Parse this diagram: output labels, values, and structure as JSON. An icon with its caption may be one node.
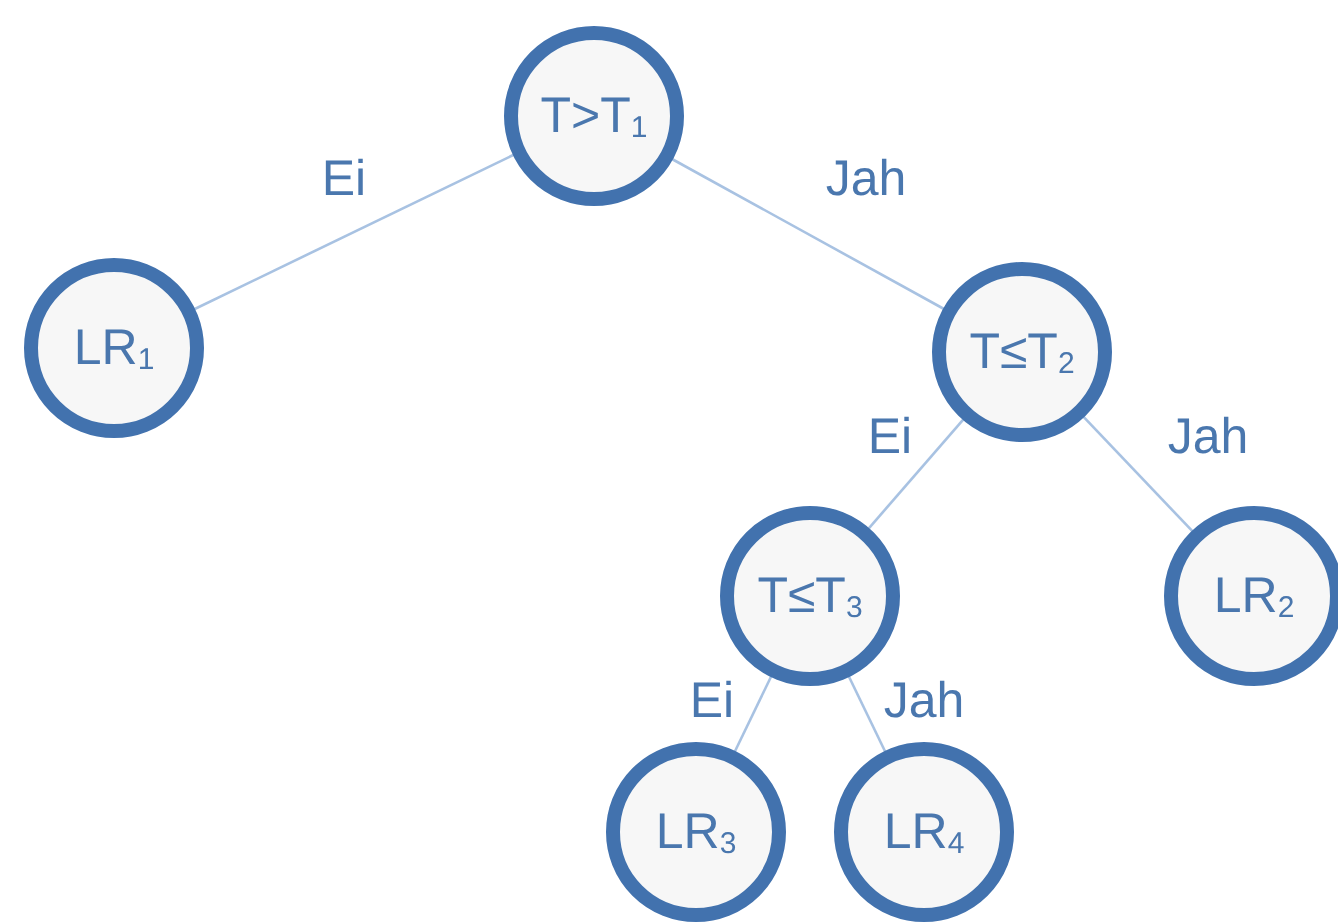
{
  "diagram": {
    "nodes": [
      {
        "text": [
          "T>T$_{1}$"
        ]
      },
      {
        "text": [
          "LR$_{1}$"
        ]
      },
      {
        "text": [
          "T≤T$_{2}$"
        ]
      },
      {
        "text": [
          "T≤T$_{3}$"
        ]
      },
      {
        "text": [
          "LR$_{2}$"
        ]
      },
      {
        "text": [
          "LR$_{3}$"
        ]
      },
      {
        "text": [
          "LR$_{4}$"
        ]
      }
    ],
    "edges": [
      {
        "from": 0,
        "to": 1,
        "arrow": "none",
        "label": "Ei"
      },
      {
        "from": 0,
        "to": 2,
        "arrow": "none",
        "label": "Jah"
      },
      {
        "from": 2,
        "to": 3,
        "arrow": "none",
        "label": "Ei"
      },
      {
        "from": 2,
        "to": 4,
        "arrow": "none",
        "label": "Jah"
      },
      {
        "from": 3,
        "to": 5,
        "arrow": "none",
        "label": "Ei"
      },
      {
        "from": 3,
        "to": 6,
        "arrow": "none",
        "label": "Jah"
      }
    ]
  }
}
